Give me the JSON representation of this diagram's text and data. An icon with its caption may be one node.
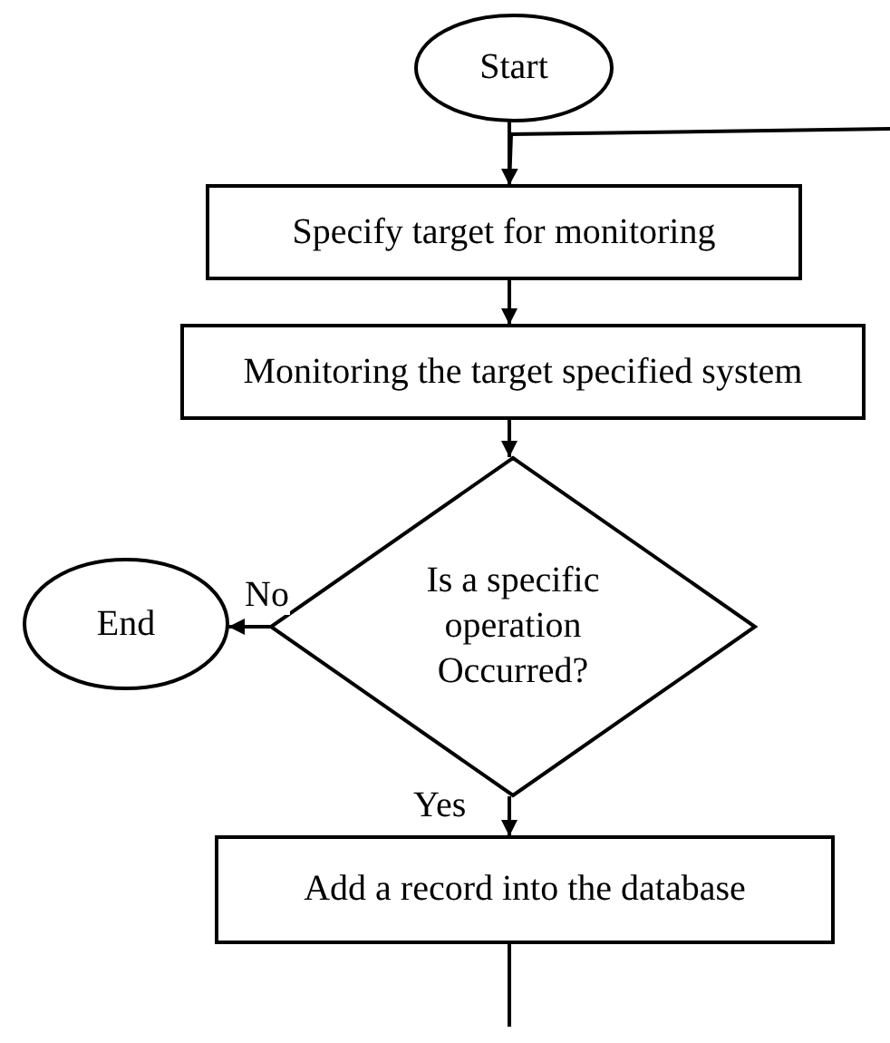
{
  "diagram": {
    "nodes": [
      {
        "text": [
          "Start"
        ]
      },
      {
        "text": [
          "Specify target for monitoring"
        ]
      },
      {
        "text": [
          "Monitoring the target specified system"
        ]
      },
      {
        "text": [
          "Is a specific operation Occurred?"
        ]
      },
      {
        "text": [
          "End"
        ]
      },
      {
        "text": [
          "Add a record into the database"
        ]
      }
    ],
    "edges": [
      {
        "from": 0,
        "to": 1,
        "arrow": "to"
      },
      {
        "from": null,
        "to": 1,
        "arrow": "to"
      },
      {
        "from": 1,
        "to": 2,
        "arrow": "to"
      },
      {
        "from": 2,
        "to": 3,
        "arrow": "to"
      },
      {
        "from": 3,
        "to": 4,
        "arrow": "to",
        "label": "No"
      },
      {
        "from": 3,
        "to": 5,
        "arrow": "to",
        "label": "Yes"
      },
      {
        "from": 5,
        "to": null,
        "arrow": "none"
      }
    ]
  }
}
